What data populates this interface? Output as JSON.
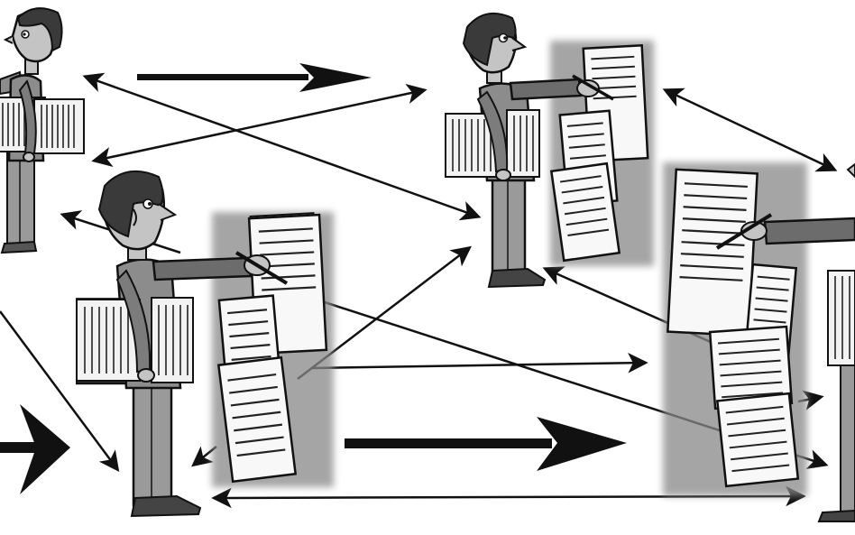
{
  "scene": {
    "description_visible_text": "",
    "colors": {
      "background": "#ffffff",
      "ink": "#111111",
      "hair": "#3a3a3a",
      "shirt": "#8c8c8c",
      "trousers": "#9a9a9a",
      "skin": "#c4c4c4",
      "paper": "#f8f8f8",
      "paper_shadow": "#777777",
      "paper_lines": "#222222"
    },
    "figures": [
      {
        "name": "figure-top-left"
      },
      {
        "name": "figure-bottom-left"
      },
      {
        "name": "figure-top-center"
      },
      {
        "name": "figure-right"
      }
    ]
  }
}
